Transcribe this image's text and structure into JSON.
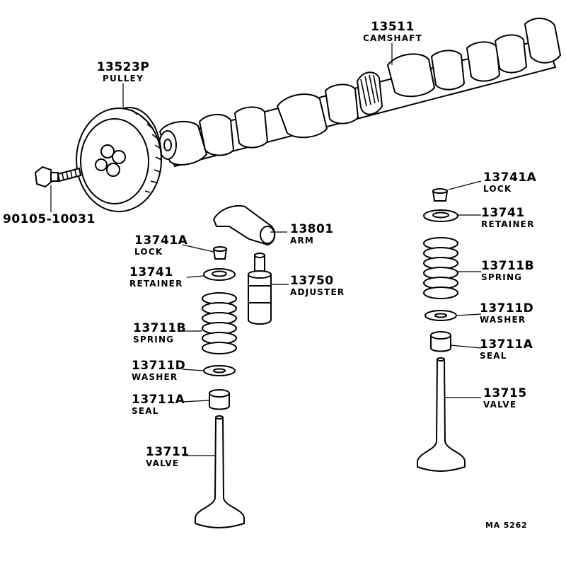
{
  "parts": {
    "camshaft": {
      "number": "13511",
      "name": "CAMSHAFT"
    },
    "pulley": {
      "number": "13523P",
      "name": "PULLEY"
    },
    "bolt": {
      "number": "90105-10031",
      "name": ""
    },
    "arm": {
      "number": "13801",
      "name": "ARM"
    },
    "adjuster": {
      "number": "13750",
      "name": "ADJUSTER"
    },
    "lock_left": {
      "number": "13741A",
      "name": "LOCK"
    },
    "retainer_left": {
      "number": "13741",
      "name": "RETAINER"
    },
    "spring_left": {
      "number": "13711B",
      "name": "SPRING"
    },
    "washer_left": {
      "number": "13711D",
      "name": "WASHER"
    },
    "seal_left": {
      "number": "13711A",
      "name": "SEAL"
    },
    "valve_left": {
      "number": "13711",
      "name": "VALVE"
    },
    "lock_right": {
      "number": "13741A",
      "name": "LOCK"
    },
    "retainer_right": {
      "number": "13741",
      "name": "RETAINER"
    },
    "spring_right": {
      "number": "13711B",
      "name": "SPRING"
    },
    "washer_right": {
      "number": "13711D",
      "name": "WASHER"
    },
    "seal_right": {
      "number": "13711A",
      "name": "SEAL"
    },
    "valve_right": {
      "number": "13715",
      "name": "VALVE"
    }
  },
  "footer": {
    "reference": "MA  5262"
  }
}
